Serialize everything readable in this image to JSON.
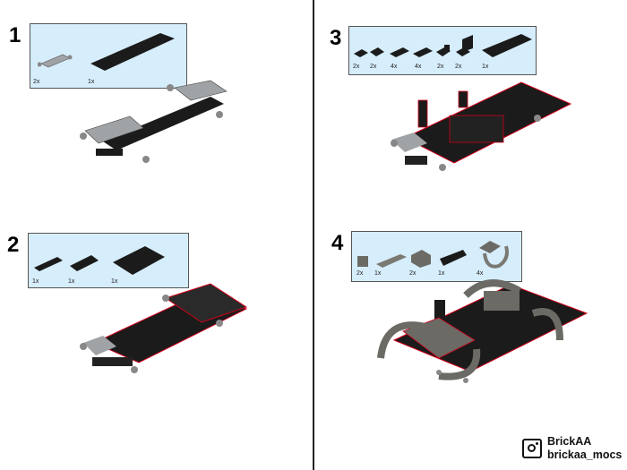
{
  "steps": [
    {
      "number": "1",
      "parts": [
        {
          "qty": "2x",
          "color": "#a0a3a6"
        },
        {
          "qty": "1x",
          "color": "#1b1b1b"
        }
      ]
    },
    {
      "number": "2",
      "parts": [
        {
          "qty": "1x",
          "color": "#1b1b1b"
        },
        {
          "qty": "1x",
          "color": "#1b1b1b"
        },
        {
          "qty": "1x",
          "color": "#1b1b1b"
        }
      ]
    },
    {
      "number": "3",
      "parts": [
        {
          "qty": "2x"
        },
        {
          "qty": "2x"
        },
        {
          "qty": "4x"
        },
        {
          "qty": "4x"
        },
        {
          "qty": "2x"
        },
        {
          "qty": "2x"
        },
        {
          "qty": "1x"
        }
      ]
    },
    {
      "number": "4",
      "parts": [
        {
          "qty": "2x"
        },
        {
          "qty": "1x"
        },
        {
          "qty": "2x"
        },
        {
          "qty": "1x"
        },
        {
          "qty": "4x"
        }
      ]
    }
  ],
  "brand": {
    "name": "BrickAA",
    "handle": "brickaa_mocs",
    "icon": "instagram-icon"
  },
  "colors": {
    "black": "#1b1b1b",
    "light_gray": "#a0a3a6",
    "dark_gray": "#6b6a64",
    "highlight": "#d0021b",
    "box_bg": "#d6edfb"
  }
}
